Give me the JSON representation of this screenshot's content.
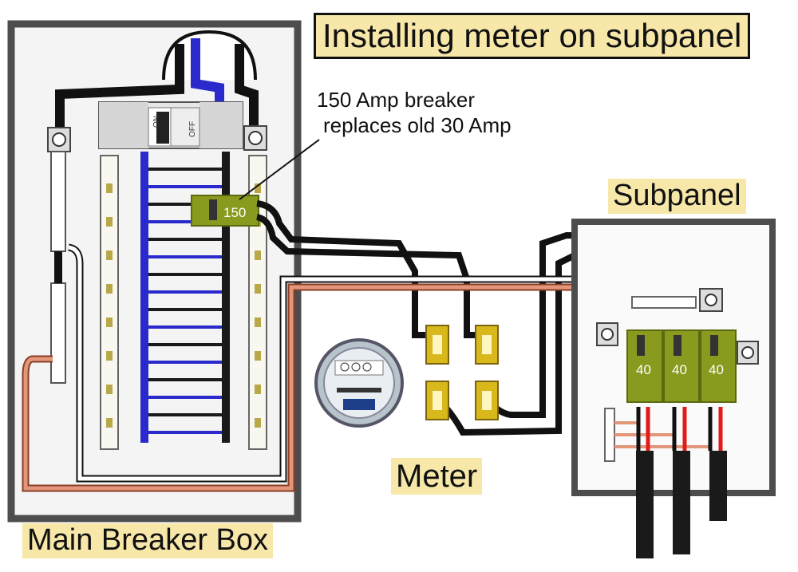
{
  "title": "Installing meter on subpanel",
  "labels": {
    "subpanel": "Subpanel",
    "meter": "Meter",
    "main_box": "Main Breaker Box"
  },
  "annotation": {
    "line1": "150 Amp breaker",
    "line2": "replaces old 30 Amp"
  },
  "main_breaker": {
    "on": "ON",
    "off": "OFF"
  },
  "breakers": {
    "feeder": "150",
    "sub": [
      "40",
      "40",
      "40"
    ]
  },
  "colors": {
    "enclosure": "#4d4d4d",
    "panel_bg": "#f4f4f4",
    "label_bg": "#f7e7a8",
    "breaker": "#8a9a1e",
    "bus": "#1a1a1a",
    "neutral_bus": "#2a2acc",
    "ground_wire": "#c8684a",
    "hot_red": "#e11a1a",
    "lug": "#d8b81a"
  },
  "icons": [
    "electric-meter-icon",
    "breaker-icon",
    "terminal-screw-icon"
  ]
}
